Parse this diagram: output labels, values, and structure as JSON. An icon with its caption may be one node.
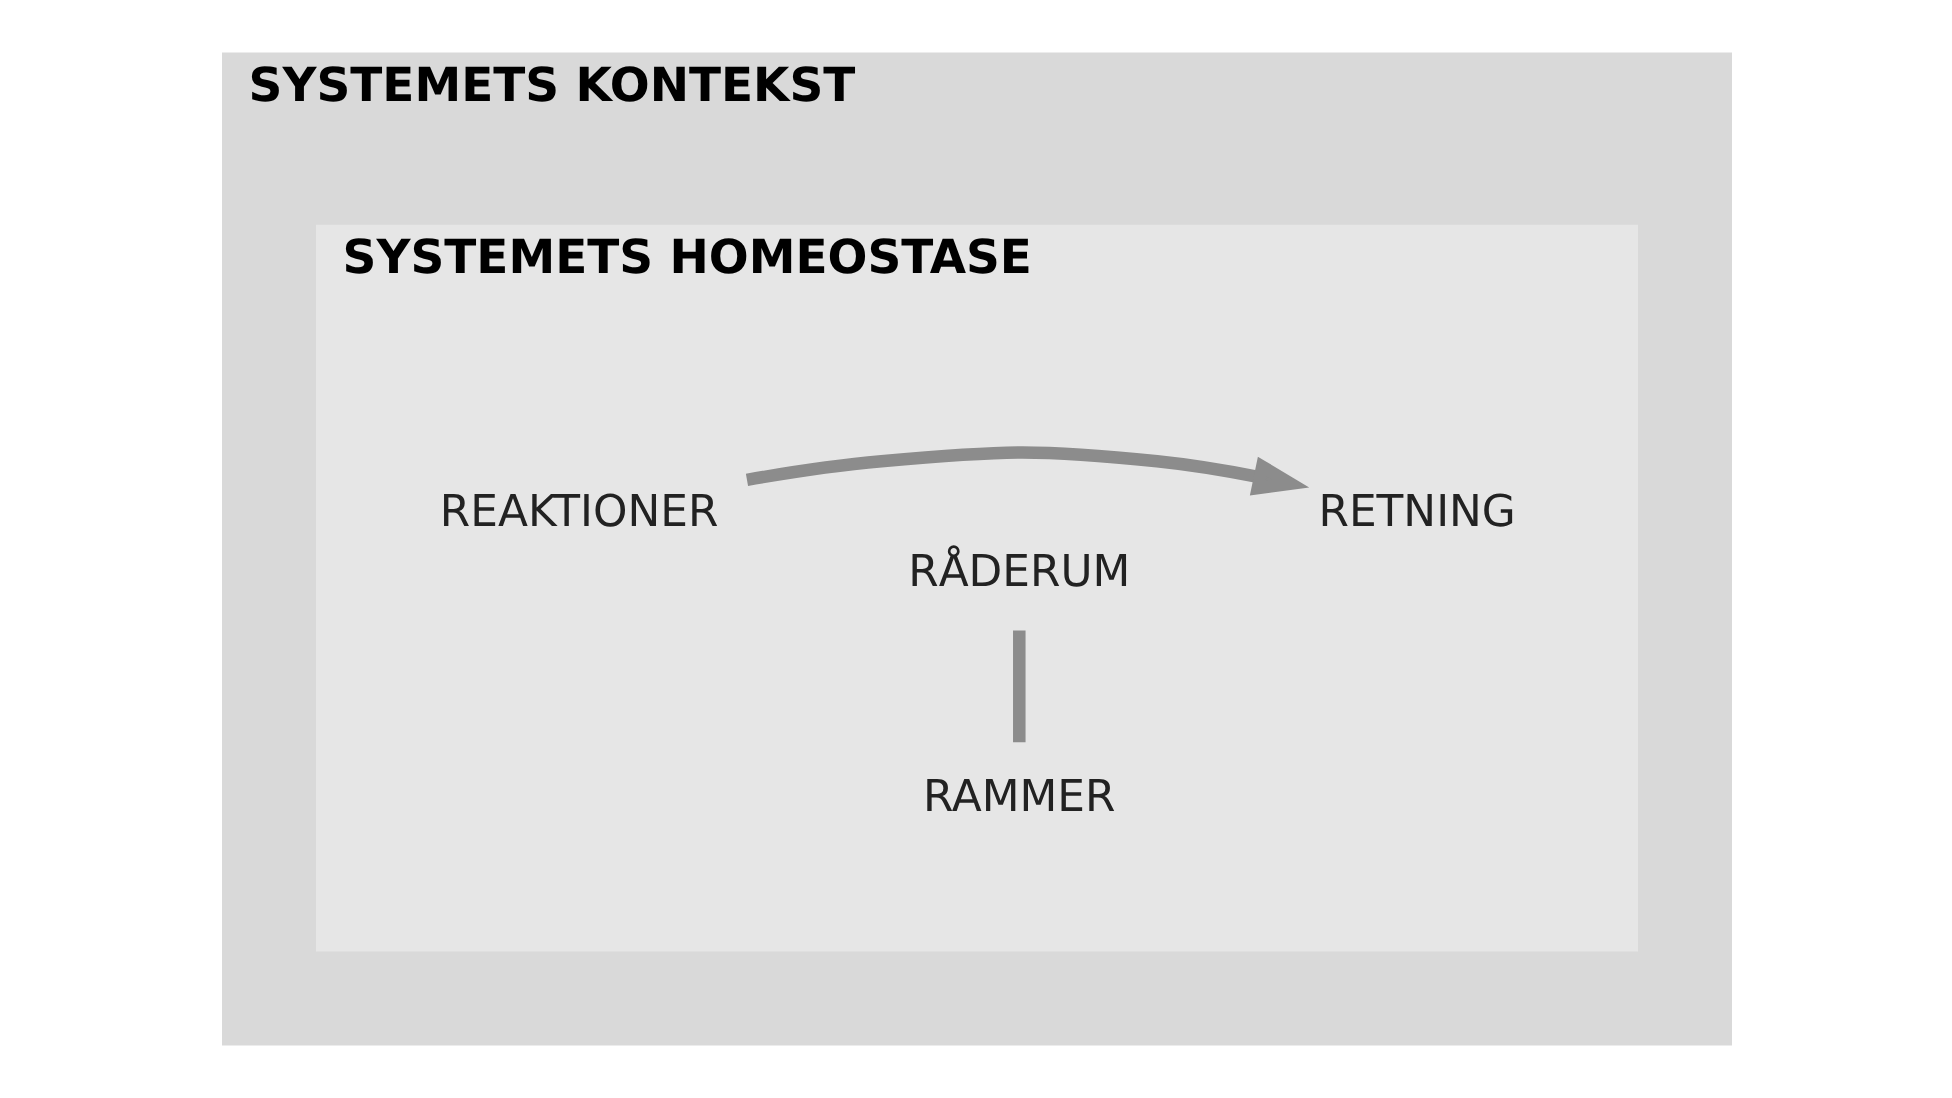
{
  "diagram": {
    "nodes": [
      {
        "text": [
          "SYSTEMETS KONTEKST"
        ]
      },
      {
        "text": [
          "SYSTEMETS HOMEOSTASE"
        ],
        "in": 0
      },
      {
        "text": [
          "REAKTIONER"
        ],
        "in": 1
      },
      {
        "text": [
          "RÅDERUM"
        ],
        "in": 1
      },
      {
        "text": [
          "RETNING"
        ],
        "in": 1
      },
      {
        "text": [
          "RAMMER"
        ],
        "in": 1
      }
    ],
    "edges": [
      {
        "from": 2,
        "to": 4,
        "arrow": "to"
      },
      {
        "from": 3,
        "to": 5,
        "arrow": "none"
      }
    ]
  }
}
